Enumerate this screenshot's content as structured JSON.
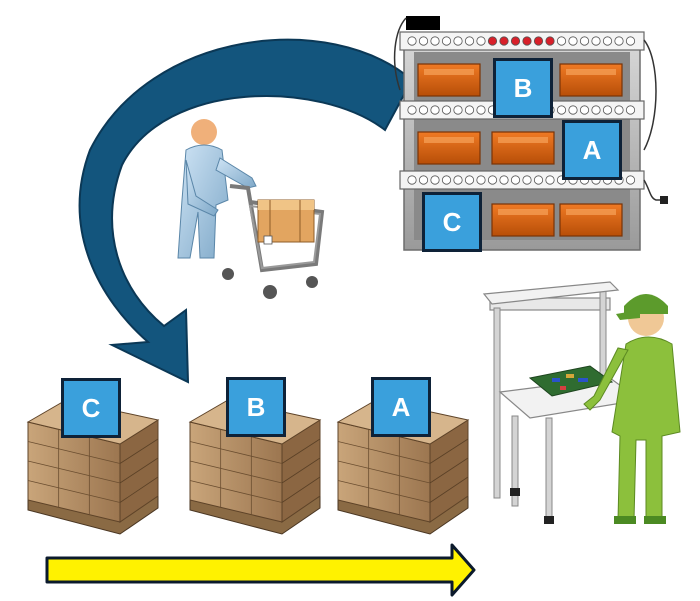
{
  "labels": {
    "shelf_top": "B",
    "shelf_middle": "A",
    "shelf_bottom": "C",
    "pallet_left": "C",
    "pallet_middle": "B",
    "pallet_right": "A"
  },
  "colors": {
    "curved_arrow": "#13557d",
    "label_fill": "#3aa0dc",
    "label_border": "#0e2238",
    "shelf_bin": "#d9620f",
    "flow_arrow": "#fff200",
    "worker": "#8cc03c",
    "carton": "#b08a5f"
  },
  "icons": [
    "shopping-cart-person-icon",
    "storage-rack-icon",
    "workbench-worker-icon",
    "pallet-boxes-icon"
  ]
}
